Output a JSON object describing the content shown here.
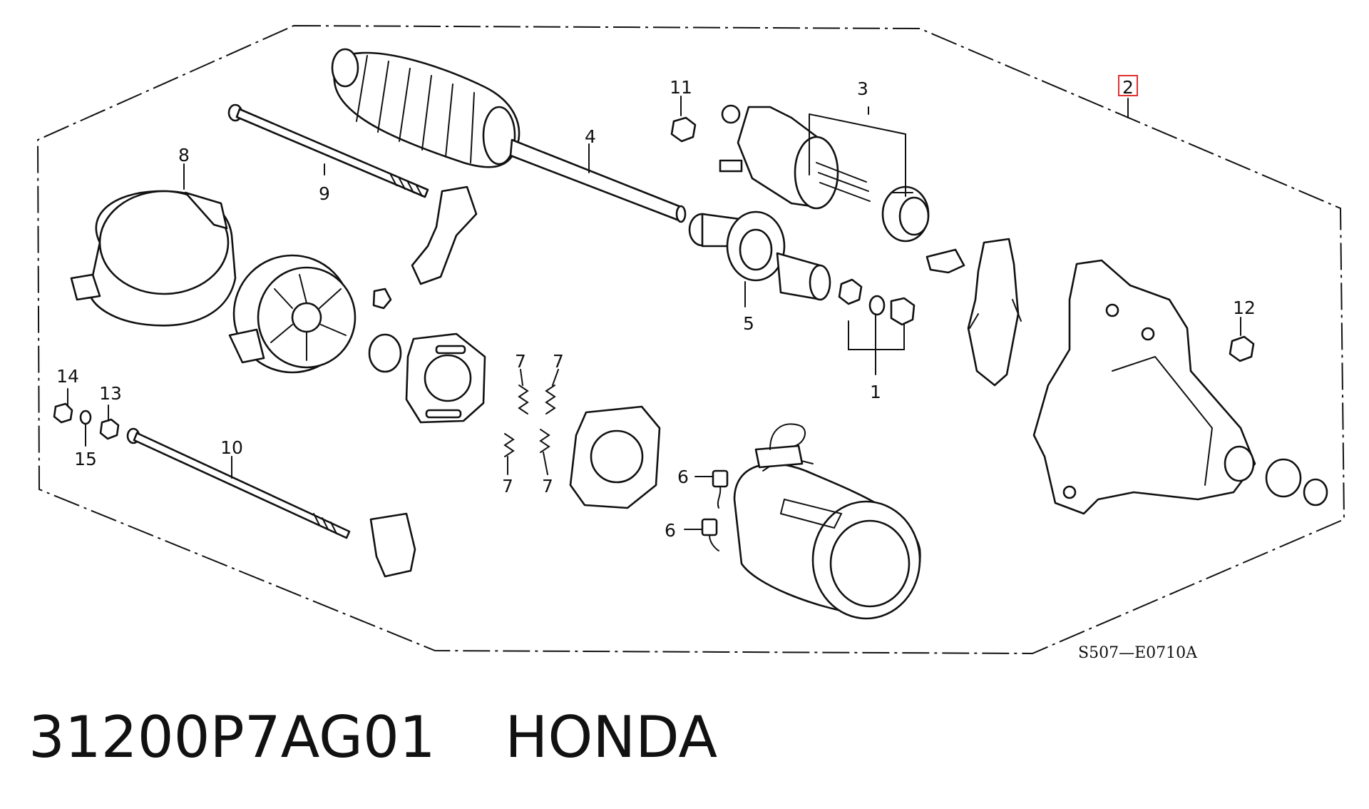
{
  "diagram": {
    "callouts": {
      "c1": "1",
      "c2": "2",
      "c3": "3",
      "c4": "4",
      "c5": "5",
      "c6a": "6",
      "c6b": "6",
      "c7a": "7",
      "c7b": "7",
      "c7c": "7",
      "c7d": "7",
      "c8": "8",
      "c9": "9",
      "c10": "10",
      "c11": "11",
      "c12": "12",
      "c13": "13",
      "c14": "14",
      "c15": "15"
    },
    "figure_code": "S507—E0710A"
  },
  "caption": {
    "part_number": "31200P7AG01",
    "brand": "HONDA"
  },
  "colors": {
    "line": "#111111",
    "highlight": "#e03030",
    "background": "#ffffff"
  }
}
